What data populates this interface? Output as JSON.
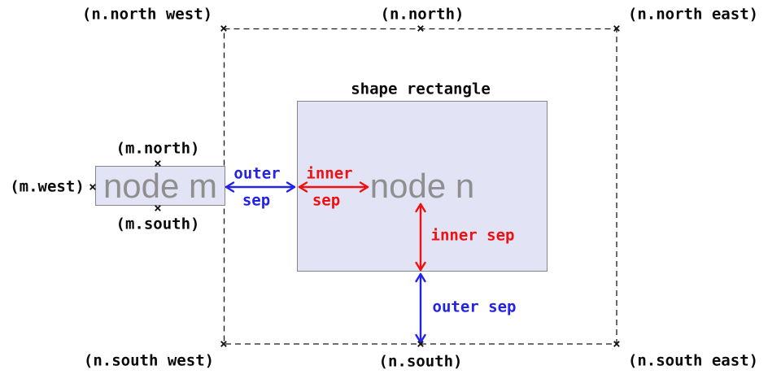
{
  "figure": {
    "caption_title": "shape rectangle",
    "nodes": {
      "m": {
        "label": "node m"
      },
      "n": {
        "label": "node n"
      }
    },
    "anchor_marker": "×",
    "anchor_labels": {
      "n_north_west": "(n.north west)",
      "n_north": "(n.north)",
      "n_north_east": "(n.north east)",
      "n_south_west": "(n.south west)",
      "n_south": "(n.south)",
      "n_south_east": "(n.south east)",
      "m_west": "(m.west)",
      "m_north": "(m.north)",
      "m_south": "(m.south)"
    },
    "sep_arrows": {
      "outer_h": {
        "line1": "outer",
        "line2": "sep"
      },
      "inner_h": {
        "line1": "inner",
        "line2": "sep"
      },
      "inner_v": {
        "label": "inner sep"
      },
      "outer_v": {
        "label": "outer sep"
      }
    },
    "colors": {
      "outer_sep_blue": "#2222e8",
      "inner_sep_red": "#ed1111",
      "node_fill": "#e3e3f6",
      "node_border": "#85858f",
      "node_text_gray": "#8f8f8f",
      "boundary_black": "#1a1a1a"
    }
  }
}
